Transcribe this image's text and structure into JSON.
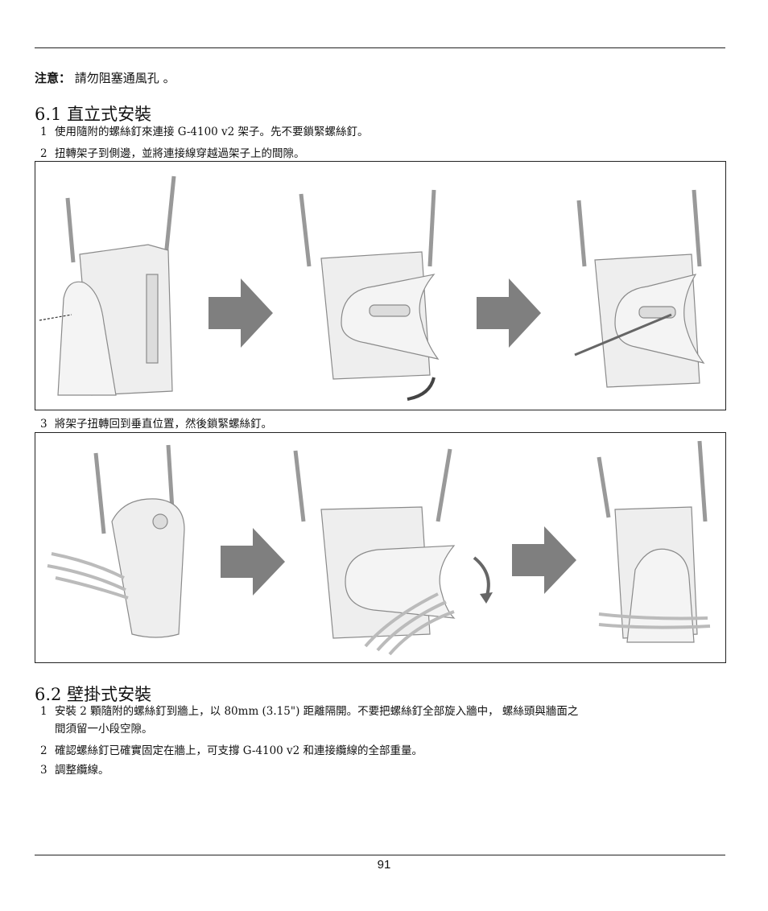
{
  "note": {
    "label": "注意：",
    "text": "請勿阻塞通風孔 。"
  },
  "section1": {
    "title": "6.1 直立式安裝",
    "steps": [
      {
        "num": "1",
        "text": "使用隨附的螺絲釘來連接 G-4100 v2 架子。先不要鎖緊螺絲釘。"
      },
      {
        "num": "2",
        "text": "扭轉架子到側邊，並將連接線穿越過架子上的間隙。"
      },
      {
        "num": "3",
        "text": "將架子扭轉回到垂直位置，然後鎖緊螺絲釘。"
      }
    ]
  },
  "section2": {
    "title": "6.2 壁掛式安裝",
    "steps": [
      {
        "num": "1",
        "text": "安裝 2 顆隨附的螺絲釘到牆上，以 80mm (3.15\") 距離隔開。不要把螺絲釘全部旋入牆中， 螺絲頭與牆面之",
        "cont": "間須留一小段空隙。"
      },
      {
        "num": "2",
        "text": "確認螺絲釘已確實固定在牆上，可支撐 G-4100 v2 和連接纜線的全部重量。"
      },
      {
        "num": "3",
        "text": "調整纜線。"
      }
    ]
  },
  "page_number": "91",
  "colors": {
    "arrow": "#7f7f7f",
    "device": "#eeeeee",
    "outline": "#8a8a8a"
  }
}
